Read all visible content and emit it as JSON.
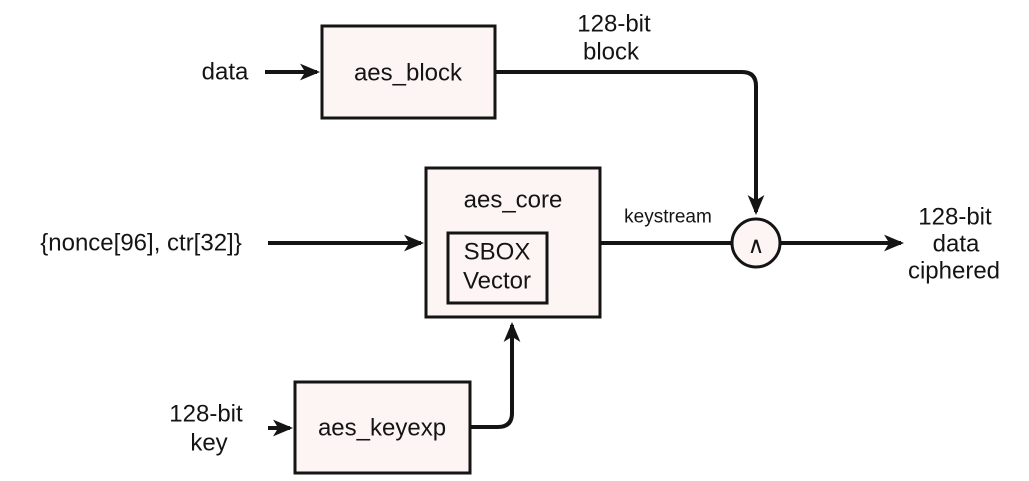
{
  "colors": {
    "background": "#ffffff",
    "box_fill": "#fdf4f4",
    "ink": "#141414"
  },
  "nodes": {
    "aes_block": {
      "label": "aes_block"
    },
    "aes_core": {
      "label": "aes_core"
    },
    "sbox": {
      "line1": "SBOX",
      "line2": "Vector"
    },
    "aes_keyexp": {
      "label": "aes_keyexp"
    },
    "xor": {
      "symbol": "∧"
    }
  },
  "labels": {
    "data_input": "data",
    "block_bus": {
      "line1": "128-bit",
      "line2": "block"
    },
    "nonce_ctr_input": "{nonce[96], ctr[32]}",
    "keystream": "keystream",
    "key_input": {
      "line1": "128-bit",
      "line2": "key"
    },
    "ciphertext_output": {
      "line1": "128-bit",
      "line2": "data",
      "line3": "ciphered"
    }
  }
}
